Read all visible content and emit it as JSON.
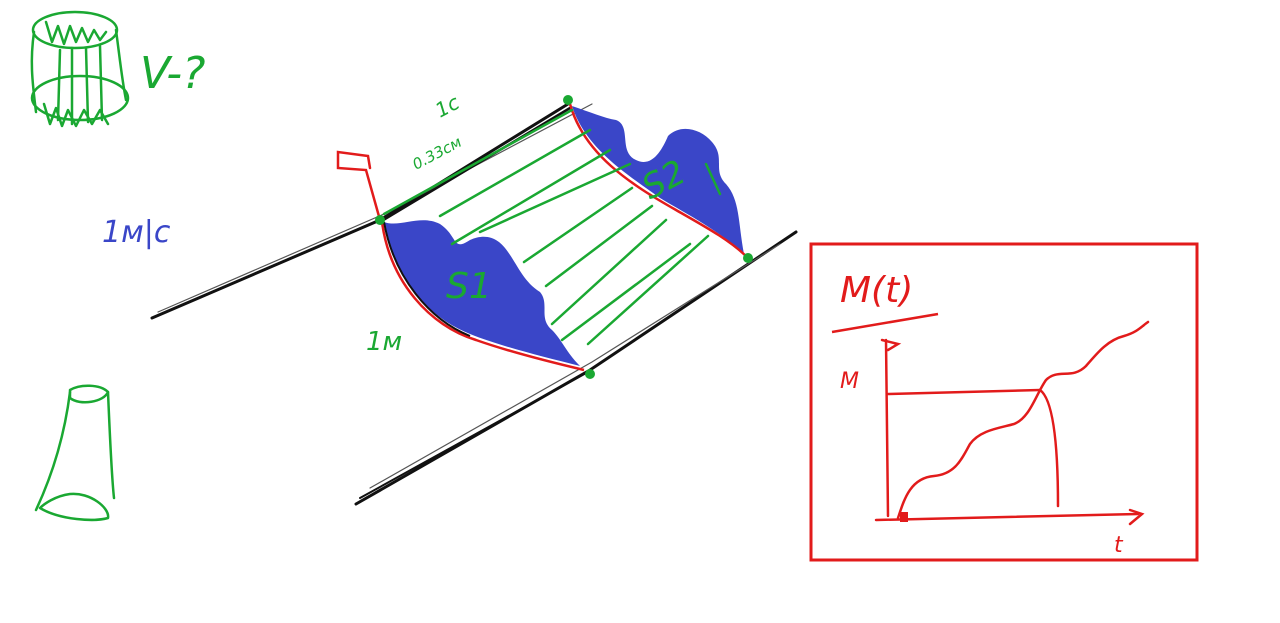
{
  "labels": {
    "volume_question": "V-?",
    "flow_unit": "1м|с",
    "top_time": "1с",
    "top_distance": "0.33см",
    "s_left": "S1",
    "s_right": "S2",
    "left_length": "1м",
    "graph_title": "M(t)",
    "graph_y_tick": "M",
    "graph_x_axis": "t"
  },
  "colors": {
    "green": "#1aa832",
    "blue": "#3a46c8",
    "red": "#e21b1b",
    "black": "#111111"
  }
}
